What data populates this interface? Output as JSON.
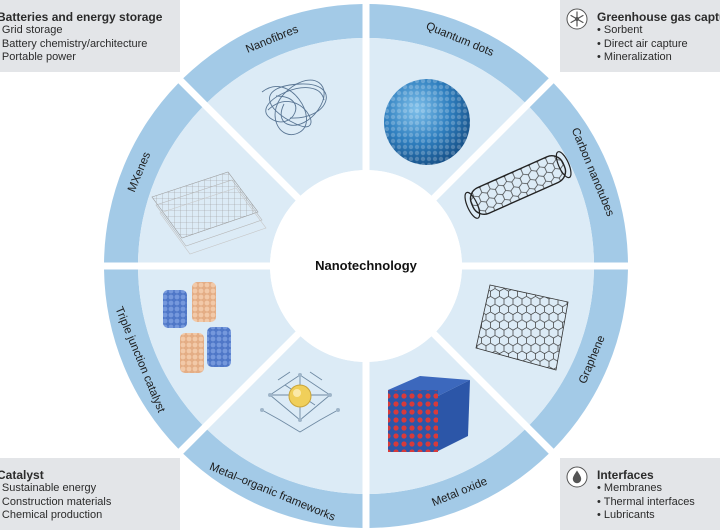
{
  "center_label": "Nanotechnology",
  "segments": [
    {
      "label": "Quantum dots"
    },
    {
      "label": "Carbon nanotubes"
    },
    {
      "label": "Graphene"
    },
    {
      "label": "Metal oxide"
    },
    {
      "label": "Metal–organic frameworks"
    },
    {
      "label": "Triple junction catalyst"
    },
    {
      "label": "MXenes"
    },
    {
      "label": "Nanofibres"
    }
  ],
  "boxes": {
    "top_left": {
      "title": "Batteries and energy storage",
      "items": [
        "Grid storage",
        "Battery chemistry/architecture",
        "Portable power"
      ]
    },
    "top_right": {
      "title": "Greenhouse gas capture",
      "items": [
        "Sorbent",
        "Direct air capture",
        "Mineralization"
      ],
      "icon": "snowflake-icon"
    },
    "bottom_left": {
      "title": "Catalyst",
      "items": [
        "Sustainable energy",
        "Construction materials",
        "Chemical production"
      ]
    },
    "bottom_right": {
      "title": "Interfaces",
      "items": [
        "Membranes",
        "Thermal interfaces",
        "Lubricants"
      ],
      "icon": "water-drop-icon"
    }
  },
  "colors": {
    "band": "#a3cae7",
    "inner": "#dcebf6",
    "gap": "#ffffff",
    "box": "#e3e5e8",
    "quantum_dot": "#2f7fbf",
    "metal_oxide_red": "#d83a3a",
    "metal_oxide_blue": "#2c56a8",
    "catalyst_blue": "#4f77c7",
    "catalyst_orange": "#e4ad85"
  }
}
